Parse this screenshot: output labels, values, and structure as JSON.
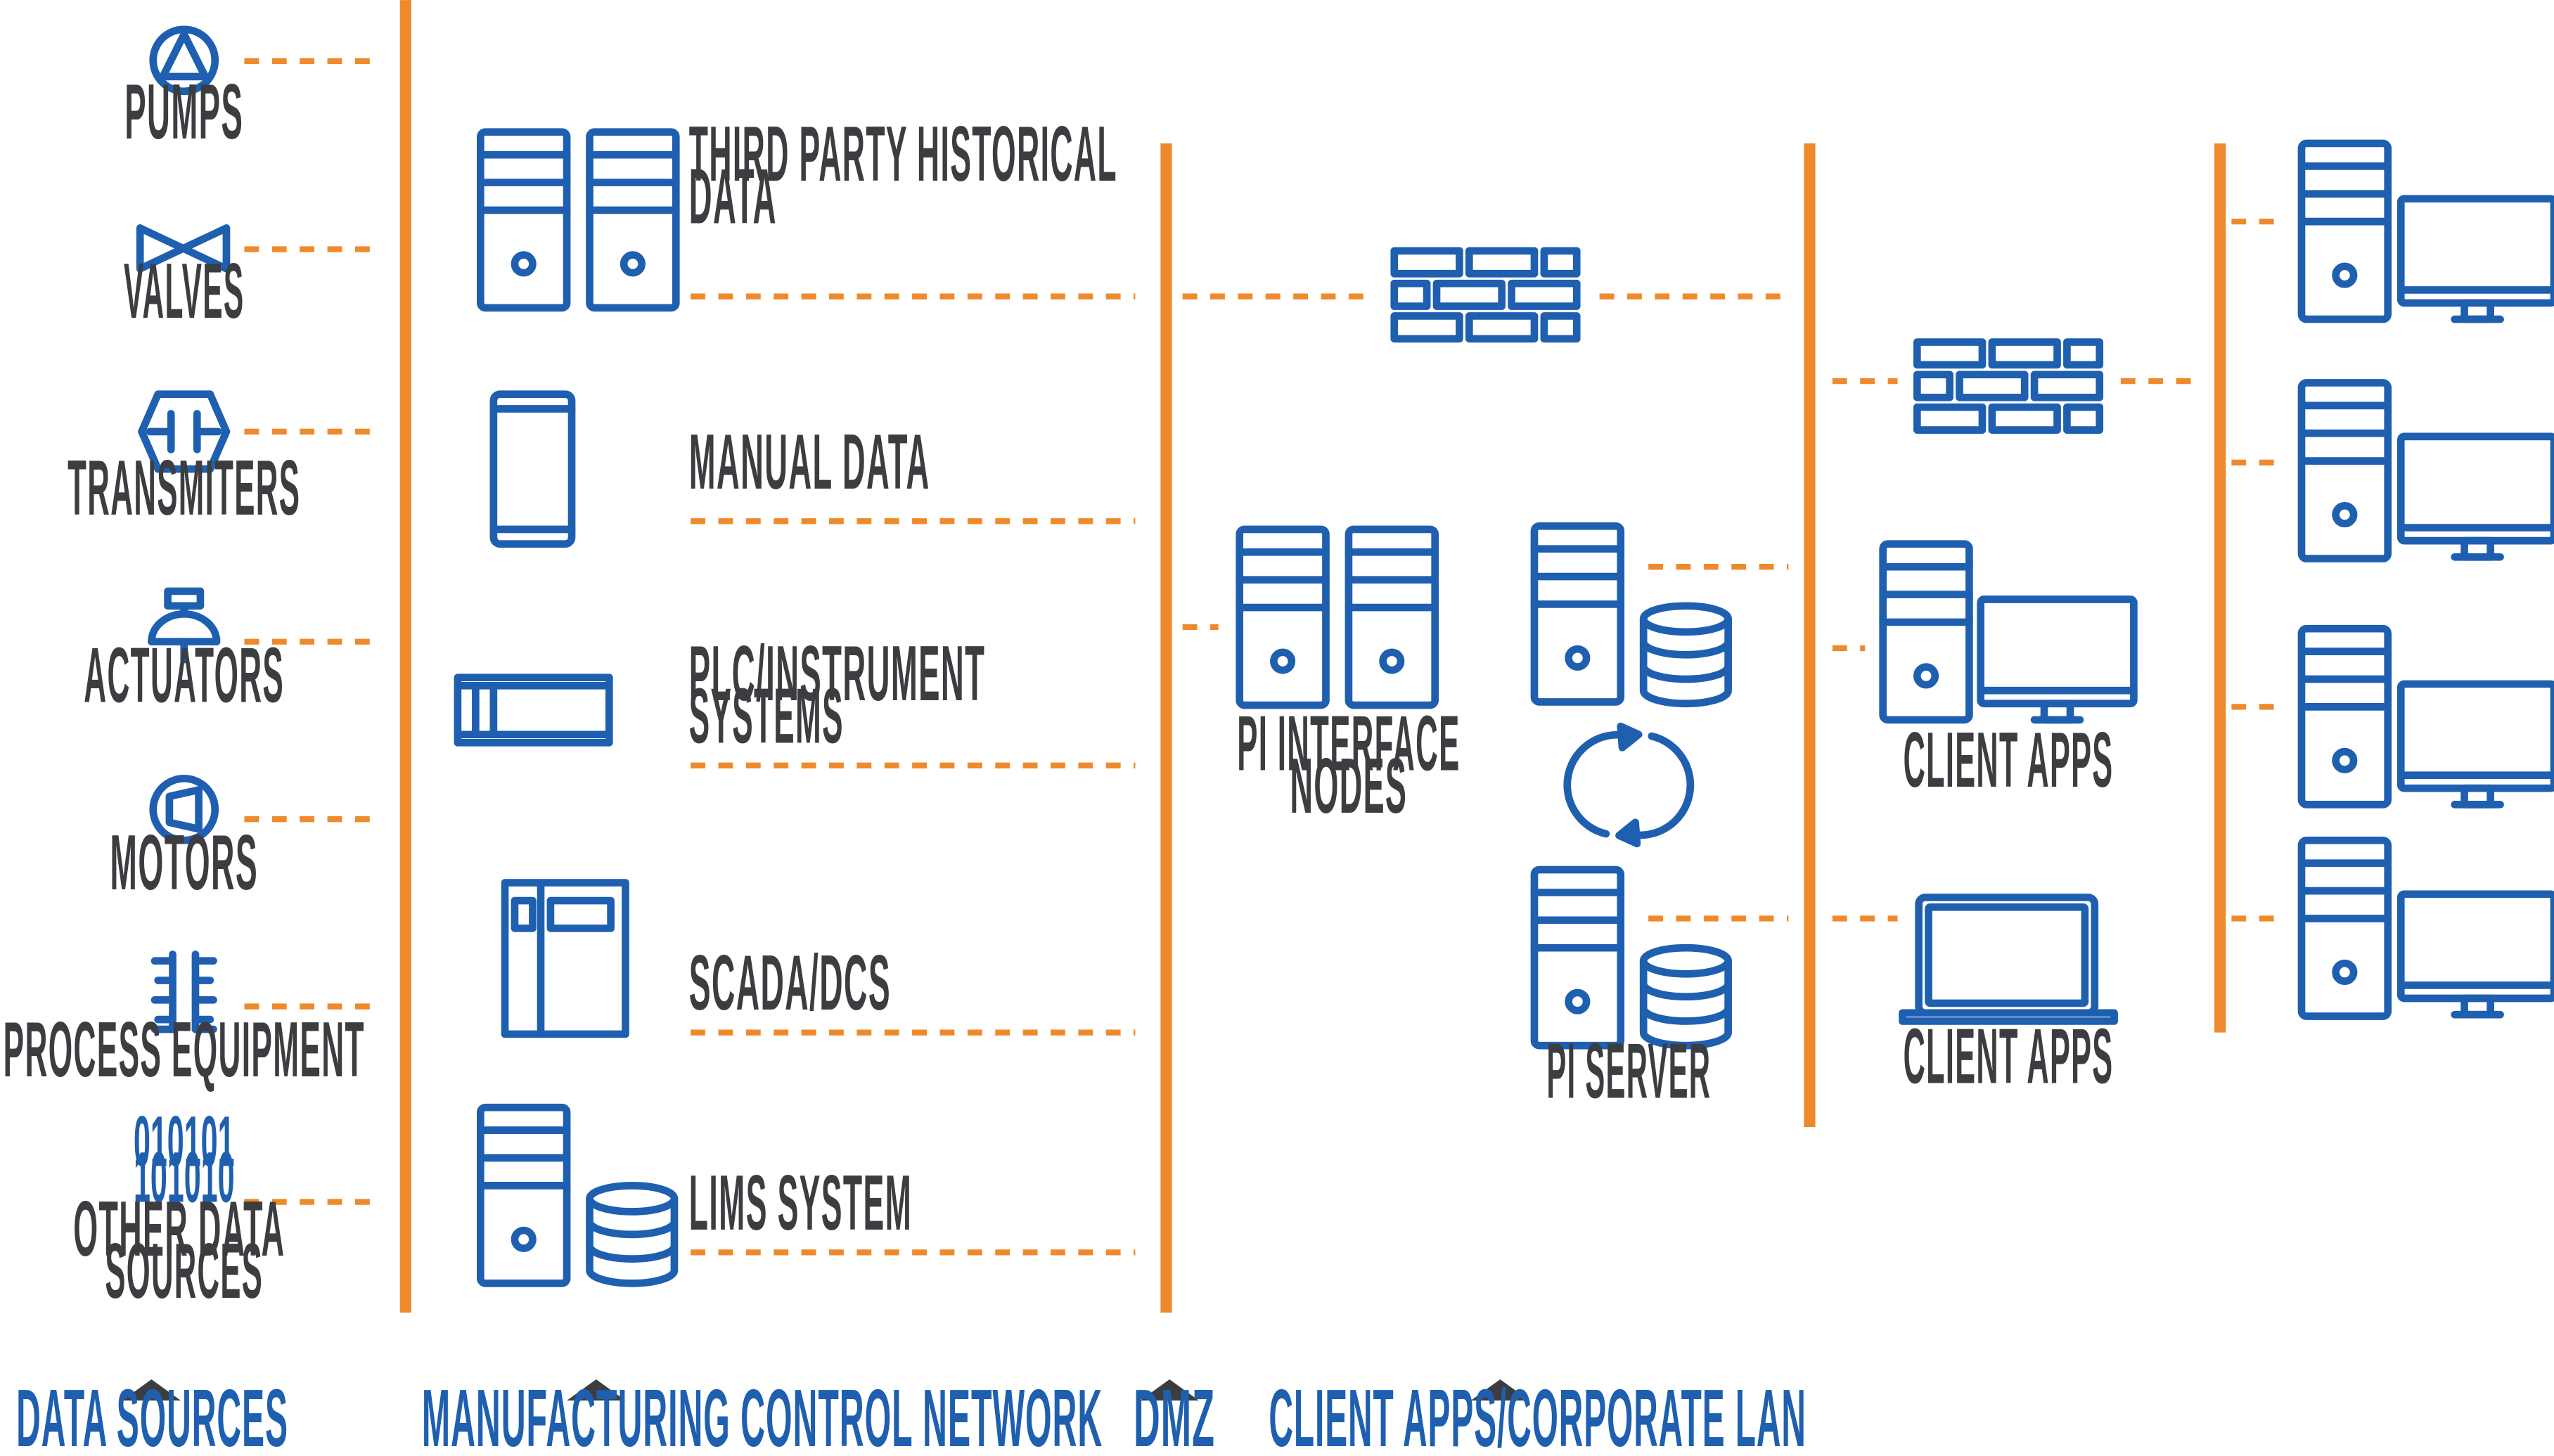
{
  "data_sources": {
    "pumps": "PUMPS",
    "valves": "VALVES",
    "transmiters": "TRANSMITERS",
    "actuators": "ACTUATORS",
    "motors": "MOTORS",
    "process_equipment": "PROCESS EQUIPMENT",
    "binary_line1": "010101",
    "binary_line2": "101010",
    "other_line1": "OTHER DATA",
    "other_line2": "SOURCES"
  },
  "control_network": {
    "third_party_line1": "THIRD PARTY HISTORICAL",
    "third_party_line2": "DATA",
    "manual_data": "MANUAL DATA",
    "plc_line1": "PLC/INSTRUMENT",
    "plc_line2": "SYSTEMS",
    "scada": "SCADA/DCS",
    "lims": "LIMS SYSTEM"
  },
  "dmz": {
    "pi_interface_line1": "PI INTERFACE",
    "pi_interface_line2": "NODES",
    "pi_server": "PI SERVER"
  },
  "corporate": {
    "client_apps_desktop": "CLIENT APPS",
    "client_apps_laptop": "CLIENT APPS"
  },
  "footer": {
    "data_sources": "DATA SOURCES",
    "manufacturing": "MANUFACTURING CONTROL NETWORK",
    "dmz": "DMZ",
    "client_apps": "CLIENT APPS/CORPORATE LAN"
  },
  "icons": [
    "pump-icon",
    "valve-icon",
    "transmitter-icon",
    "actuator-icon",
    "motor-icon",
    "process-equipment-icon",
    "server-icon",
    "tablet-icon",
    "plc-icon",
    "scada-cabinet-icon",
    "database-icon",
    "firewall-icon",
    "sync-icon",
    "desktop-computer-icon",
    "laptop-icon"
  ],
  "colors": {
    "accent_orange": "#ee8a2c",
    "icon_blue": "#1f5fb0",
    "label_gray": "#3b3d40"
  }
}
